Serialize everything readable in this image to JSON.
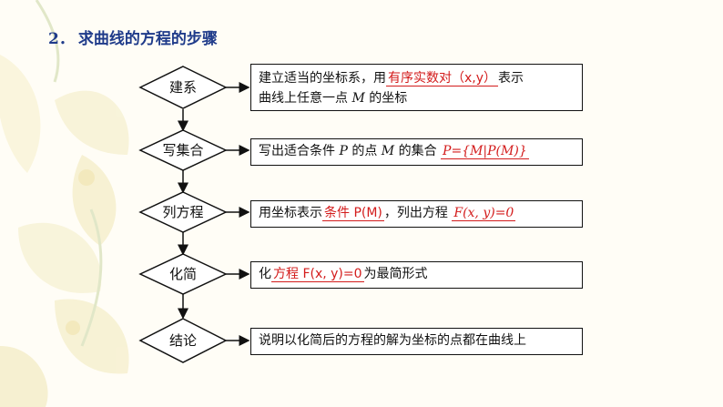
{
  "title": {
    "number": "2．",
    "text": "求曲线的方程的步骤"
  },
  "steps": [
    {
      "label": "建系",
      "text_a": "建立适当的坐标系，用",
      "red": "有序实数对（x,y）",
      "text_b": "表示",
      "line2_a": "曲线上任意一点",
      "line2_var": "M",
      "line2_b": "的坐标"
    },
    {
      "label": "写集合",
      "text_a": "写出适合条件",
      "var1": "P",
      "text_b": "的点",
      "var2": "M",
      "text_c": "的集合",
      "red": "P={M|P(M)}"
    },
    {
      "label": "列方程",
      "text_a": "用坐标表示",
      "red1": "条件 P(M)",
      "text_b": "，列出方程",
      "red2": "F(x, y)=0"
    },
    {
      "label": "化简",
      "text_a": "化",
      "red": "方程 F(x, y)=0",
      "text_b": "为最简形式"
    },
    {
      "label": "结论",
      "text_a": "说明以化简后的方程的解为坐标的点都在曲线上"
    }
  ]
}
